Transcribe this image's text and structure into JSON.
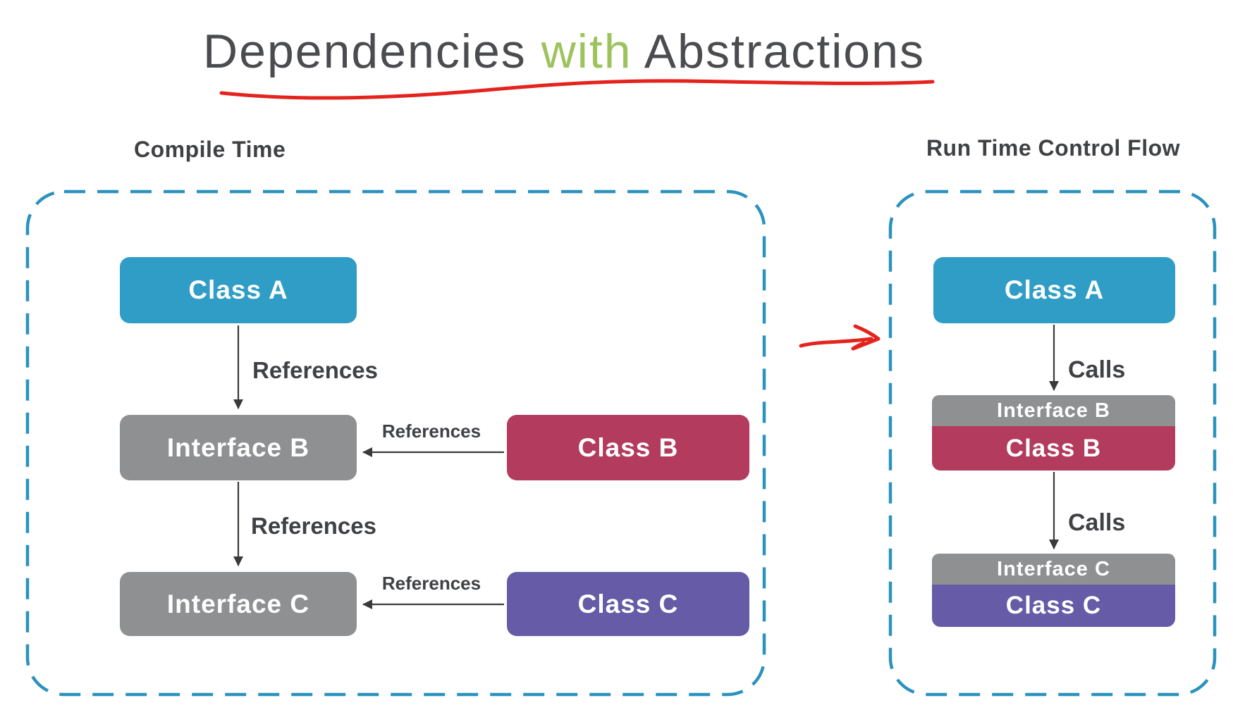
{
  "title": {
    "part1": "Dependencies",
    "part2": "with",
    "part3": "Abstractions"
  },
  "panels": {
    "compile": {
      "label": "Compile Time",
      "nodes": {
        "class_a": "Class A",
        "interface_b": "Interface B",
        "class_b": "Class B",
        "interface_c": "Interface C",
        "class_c": "Class C"
      },
      "edge_labels": {
        "a_to_interface_b": "References",
        "class_b_to_interface_b": "References",
        "interface_b_to_interface_c": "References",
        "class_c_to_interface_c": "References"
      }
    },
    "runtime": {
      "label": "Run Time Control Flow",
      "nodes": {
        "class_a": "Class A",
        "interface_b": "Interface B",
        "class_b": "Class B",
        "interface_c": "Interface C",
        "class_c": "Class C"
      },
      "edge_labels": {
        "a_to_b": "Calls",
        "b_to_c": "Calls"
      }
    }
  },
  "colors": {
    "class_blue": "#2F9DC5",
    "interface_gray": "#8F9092",
    "class_crimson": "#B33B5E",
    "class_purple": "#655BA6",
    "container_dash_blue": "#2B92BE",
    "label_dark": "#3F4144",
    "title_gray": "#4B4C4F",
    "title_green": "#9DC35E",
    "annotation_red": "#E5231D",
    "arrow_dark": "#3A3A3C"
  }
}
